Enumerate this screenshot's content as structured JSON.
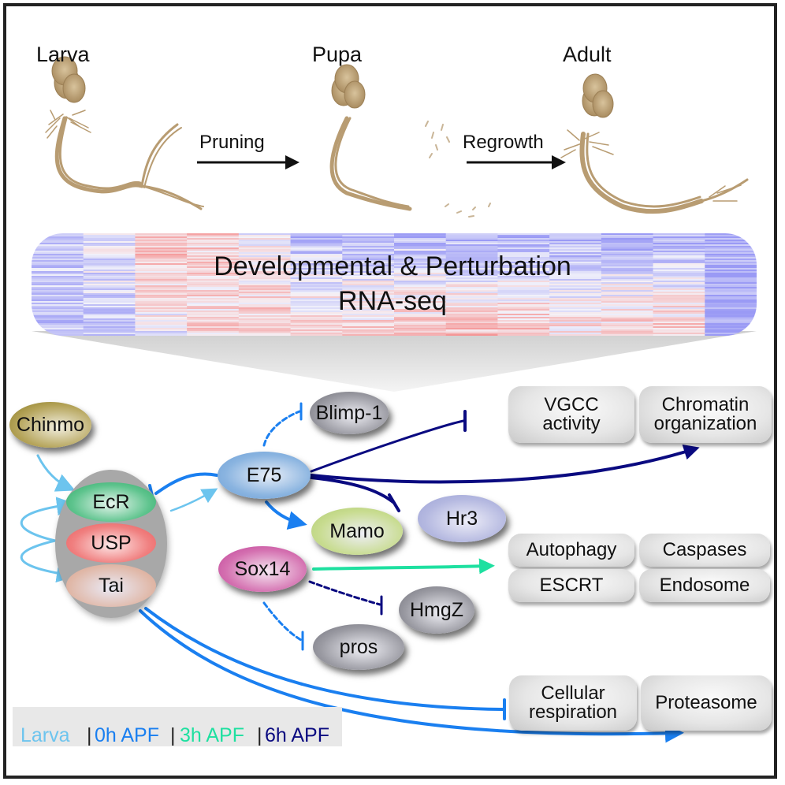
{
  "stages": {
    "larva": "Larva",
    "pupa": "Pupa",
    "adult": "Adult",
    "pruning": "Pruning",
    "regrowth": "Regrowth"
  },
  "heatmap": {
    "title_line1": "Developmental & Perturbation",
    "title_line2": "RNA-seq",
    "colors": {
      "high": "#f59a9a",
      "low": "#9c9cf5",
      "neutral": "#f2f2f8"
    }
  },
  "nodes": {
    "chinmo": "Chinmo",
    "ecr": "EcR",
    "usp": "USP",
    "tai": "Tai",
    "e75": "E75",
    "blimp1": "Blimp-1",
    "mamo": "Mamo",
    "hr3": "Hr3",
    "sox14": "Sox14",
    "hmgz": "HmgZ",
    "pros": "pros"
  },
  "processes": {
    "vgcc_line1": "VGCC",
    "vgcc_line2": "activity",
    "chromatin_line1": "Chromatin",
    "chromatin_line2": "organization",
    "autophagy": "Autophagy",
    "caspases": "Caspases",
    "escrt": "ESCRT",
    "endosome": "Endosome",
    "respiration_line1": "Cellular",
    "respiration_line2": "respiration",
    "proteasome": "Proteasome"
  },
  "legend": {
    "items": [
      {
        "label": "Larva",
        "color": "#6cc4ee"
      },
      {
        "label": "0h APF",
        "color": "#1a7ff0"
      },
      {
        "label": "3h APF",
        "color": "#1ee0a0"
      },
      {
        "label": "6h APF",
        "color": "#0a0a80"
      }
    ]
  },
  "colors": {
    "larva": "#6cc4ee",
    "apf0": "#1a7ff0",
    "apf3": "#1ee0a0",
    "apf6": "#0a0a80",
    "neuron": "#b89c72"
  }
}
